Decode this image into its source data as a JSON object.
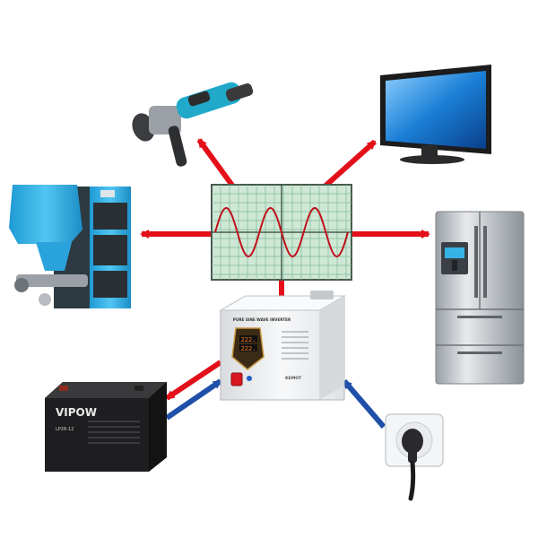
{
  "inverter": {
    "title": "PURE SINE WAVE INVERTER",
    "display_top": "222.",
    "display_bottom": "222.",
    "brand": "KEMOT"
  },
  "battery": {
    "brand": "VIPOW",
    "model": "LP26-12"
  },
  "colors": {
    "output_arrow": "#e3101a",
    "input_arrow": "#1f4fa8",
    "scope_bg": "#cfe8d6",
    "scope_grid": "#7fb894",
    "sine_wave": "#c0121c",
    "inverter_body": "#eef0f2",
    "tv_screen": "#1a7fd6",
    "boiler_body": "#2bb0e8",
    "fridge_body": "#c8ccd1",
    "battery_body": "#2a2a2c"
  },
  "icons": [
    "angle-grinder-icon",
    "television-icon",
    "pellet-boiler-icon",
    "refrigerator-icon",
    "battery-icon",
    "wall-socket-icon"
  ]
}
